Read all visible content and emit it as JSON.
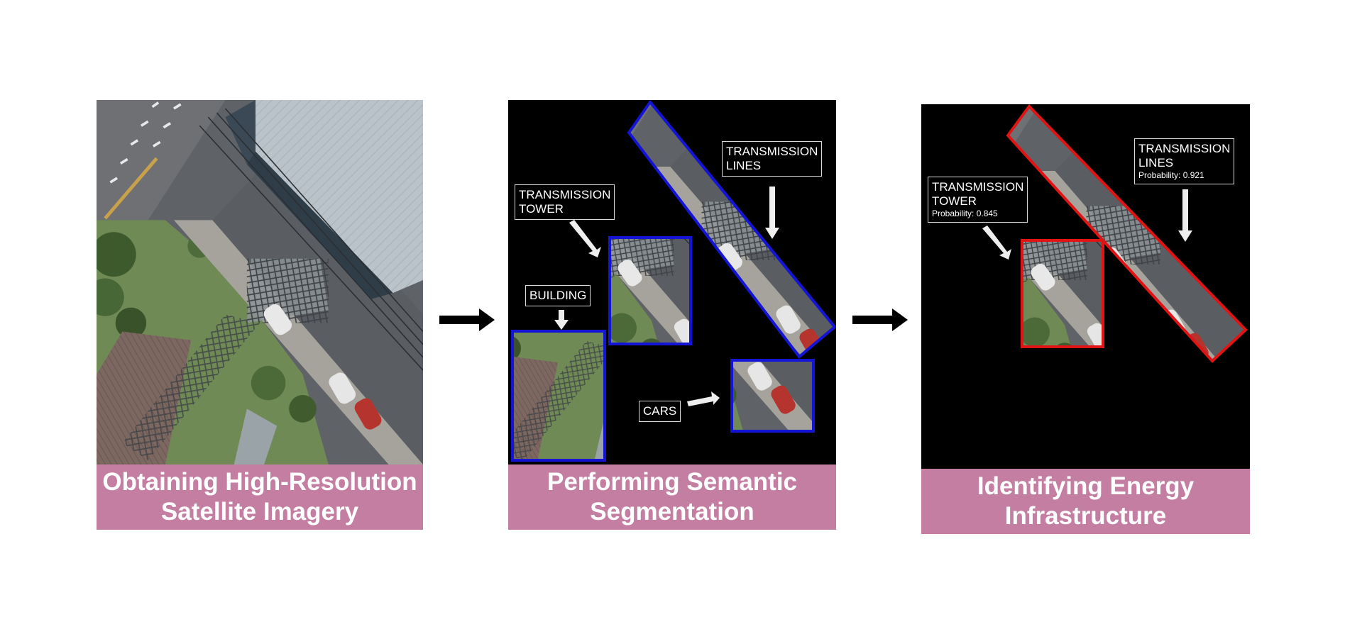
{
  "panels": [
    {
      "caption_lines": [
        "Obtaining High-Resolution",
        "Satellite Imagery"
      ]
    },
    {
      "caption_lines": [
        "Performing Semantic",
        "Segmentation"
      ]
    },
    {
      "caption_lines": [
        "Identifying Energy",
        "Infrastructure"
      ]
    }
  ],
  "segmentation_labels": {
    "transmission_tower": [
      "TRANSMISSION",
      "TOWER"
    ],
    "transmission_lines": [
      "TRANSMISSION",
      "LINES"
    ],
    "building": "BUILDING",
    "cars": "CARS"
  },
  "detection_labels": {
    "tower": {
      "lines": [
        "TRANSMISSION",
        "TOWER"
      ],
      "probability": "Probability: 0.845"
    },
    "lines": {
      "lines": [
        "TRANSMISSION",
        "LINES"
      ],
      "probability": "Probability: 0.921"
    }
  },
  "colors": {
    "caption_bg": "#c47ea2",
    "segmentation_box": "#1414d6",
    "detection_box": "#e01414",
    "flow_arrow": "#000000"
  }
}
